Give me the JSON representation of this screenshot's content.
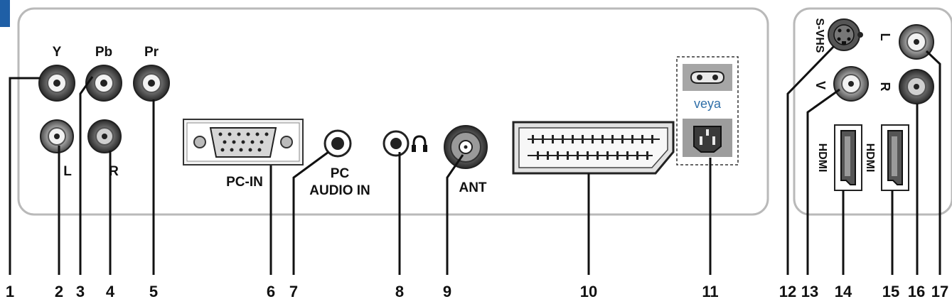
{
  "labels": {
    "y": "Y",
    "pb": "Pb",
    "pr": "Pr",
    "l_left": "L",
    "r_left": "R",
    "pc_in": "PC-IN",
    "pc": "PC",
    "audio_in": "AUDIO IN",
    "ant": "ANT",
    "brand": "veya",
    "svhs": "S-VHS",
    "l_right": "L",
    "v": "V",
    "r_right": "R",
    "hdmi_1": "HDMI",
    "hdmi_2": "HDMI"
  },
  "callouts": [
    "1",
    "2",
    "3",
    "4",
    "5",
    "6",
    "7",
    "8",
    "9",
    "10",
    "11",
    "12",
    "13",
    "14",
    "15",
    "16",
    "17"
  ],
  "colors": {
    "panel_border": "#b9b9b9",
    "accent": "#1f5fa6",
    "brand": "#2f6fa8"
  }
}
